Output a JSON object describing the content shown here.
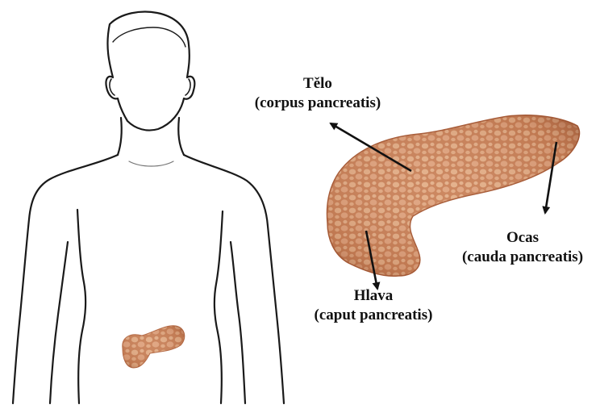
{
  "labels": {
    "body": {
      "name": "Tělo",
      "latin": "(corpus pancreatis)"
    },
    "tail": {
      "name": "Ocas",
      "latin": "(cauda pancreatis)"
    },
    "head": {
      "name": "Hlava",
      "latin": "(caput pancreatis)"
    }
  },
  "colors": {
    "outline": "#1a1a1a",
    "pancreas_base": "#c9805a",
    "pancreas_light": "#e6b28f",
    "pancreas_dark": "#9c5234",
    "arrow": "#111111",
    "background": "#ffffff"
  }
}
